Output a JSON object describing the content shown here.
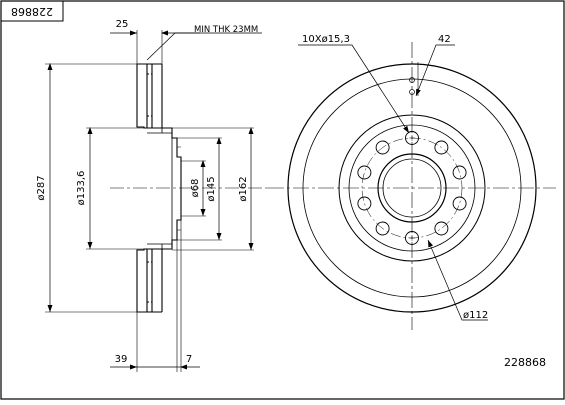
{
  "drawing": {
    "part_number": "228868",
    "part_number_rotated": "228868",
    "min_thickness": "MIN THK 23MM",
    "dims": {
      "width_25": "25",
      "diam_287": "ø287",
      "diam_133_6": "ø133,6",
      "diam_68": "ø68",
      "diam_145": "ø145",
      "diam_162": "ø162",
      "bolt_holes": "10Xø15,3",
      "angle_42": "42",
      "pcd_112": "ø112",
      "offset_39": "39",
      "thk_7": "7"
    }
  },
  "colors": {
    "line": "#000000",
    "background": "#ffffff"
  }
}
